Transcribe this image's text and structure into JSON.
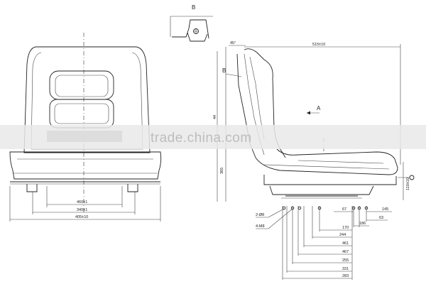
{
  "view_label_b": "B",
  "arrow_label_a": "A",
  "watermark": "trade.china.com",
  "front_view": {
    "dims": [
      "460±1",
      "340±1",
      "405±10"
    ]
  },
  "side_view": {
    "top_dim": "515±10",
    "angle_label": "45°",
    "left_dims": [
      "365",
      "44"
    ],
    "right_dim": "110±10",
    "right_small_dims": [
      "67",
      "145",
      "186",
      "63"
    ],
    "bottom_left_dims": [
      "2-Ø8",
      "4-M8"
    ],
    "bottom_dims": [
      "170",
      "244",
      "461",
      "467",
      "255",
      "331",
      "283"
    ]
  }
}
